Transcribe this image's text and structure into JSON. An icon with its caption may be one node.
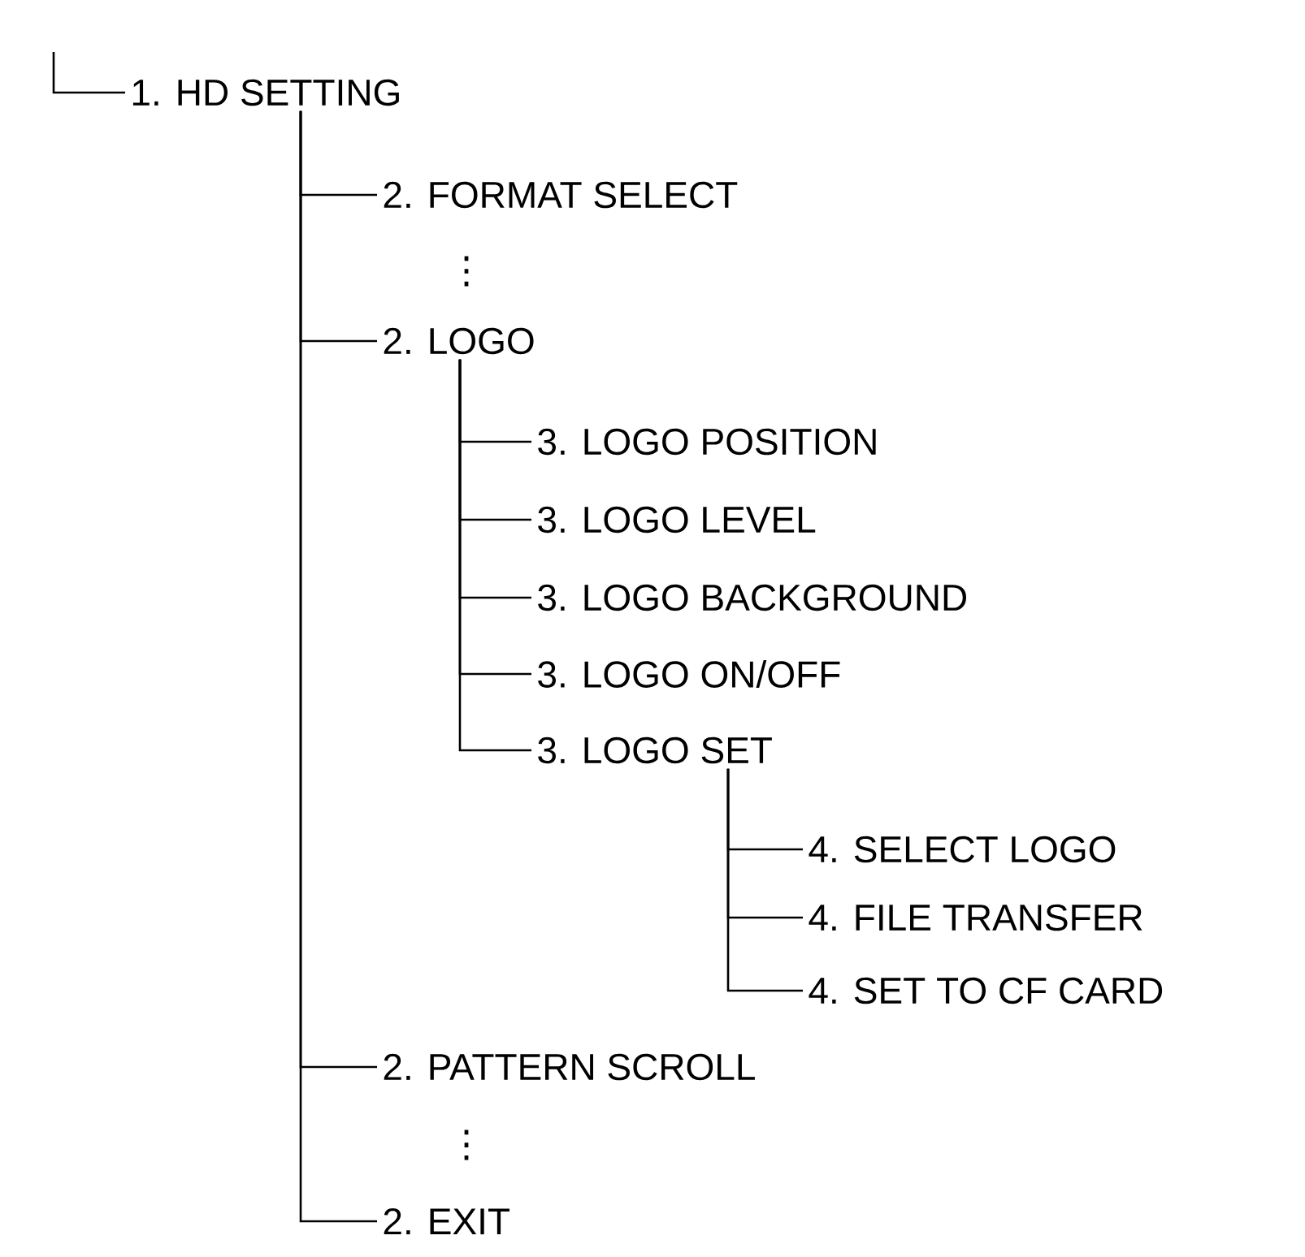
{
  "diagram": {
    "nodes": [
      {
        "text": [
          "1. HD SETTING"
        ]
      },
      {
        "text": [
          "2. FORMAT SELECT"
        ]
      },
      {
        "text": [
          "2. LOGO"
        ]
      },
      {
        "text": [
          "3. LOGO POSITION"
        ]
      },
      {
        "text": [
          "3. LOGO LEVEL"
        ]
      },
      {
        "text": [
          "3. LOGO BACKGROUND"
        ]
      },
      {
        "text": [
          "3. LOGO ON/OFF"
        ]
      },
      {
        "text": [
          "3. LOGO SET"
        ]
      },
      {
        "text": [
          "4. SELECT LOGO"
        ]
      },
      {
        "text": [
          "4. FILE TRANSFER"
        ]
      },
      {
        "text": [
          "4. SET TO CF CARD"
        ]
      },
      {
        "text": [
          "2. PATTERN SCROLL"
        ]
      },
      {
        "text": [
          "2. EXIT"
        ]
      }
    ],
    "edges": [
      {
        "from": null,
        "to": 0,
        "arrow": "none"
      },
      {
        "from": 0,
        "to": 1,
        "arrow": "none"
      },
      {
        "from": 0,
        "to": 2,
        "arrow": "none"
      },
      {
        "from": 2,
        "to": 3,
        "arrow": "none"
      },
      {
        "from": 2,
        "to": 4,
        "arrow": "none"
      },
      {
        "from": 2,
        "to": 5,
        "arrow": "none"
      },
      {
        "from": 2,
        "to": 6,
        "arrow": "none"
      },
      {
        "from": 2,
        "to": 7,
        "arrow": "none"
      },
      {
        "from": 7,
        "to": 8,
        "arrow": "none"
      },
      {
        "from": 7,
        "to": 9,
        "arrow": "none"
      },
      {
        "from": 7,
        "to": 10,
        "arrow": "none"
      },
      {
        "from": 0,
        "to": 11,
        "arrow": "none"
      },
      {
        "from": 0,
        "to": 12,
        "arrow": "none"
      }
    ],
    "labels": [
      "⋮",
      "⋮"
    ]
  }
}
